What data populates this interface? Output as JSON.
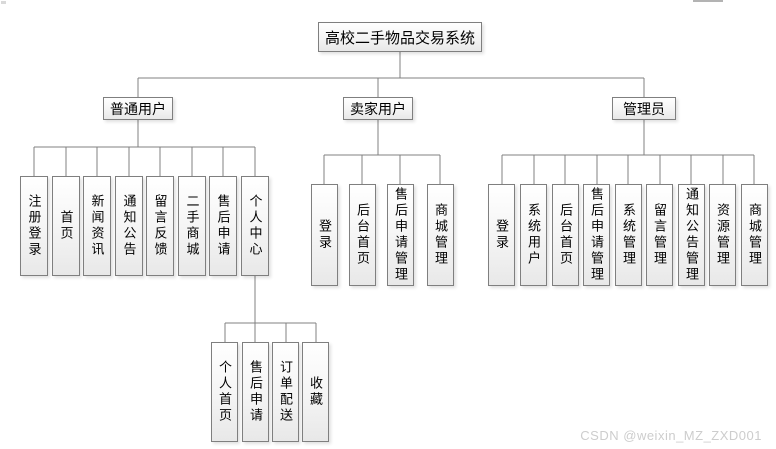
{
  "diagram": {
    "root": "高校二手物品交易系统",
    "branches": [
      {
        "label": "普通用户",
        "children": [
          "注册登录",
          "首页",
          "新闻资讯",
          "通知公告",
          "留言反馈",
          "二手商城",
          "售后申请",
          "个人中心"
        ]
      },
      {
        "label": "卖家用户",
        "children": [
          "登录",
          "后台首页",
          "售后申请管理",
          "商城管理"
        ]
      },
      {
        "label": "管理员",
        "children": [
          "登录",
          "系统用户",
          "后台首页",
          "售后申请管理",
          "系统管理",
          "留言管理",
          "通知公告管理",
          "资源管理",
          "商城管理"
        ]
      }
    ],
    "personal_center_children": [
      "个人首页",
      "售后申请",
      "订单配送",
      "收藏"
    ]
  },
  "watermark": "CSDN @weixin_MZ_ZXD001",
  "colors": {
    "line": "#808080",
    "box_border": "#7f7f7f",
    "box_fill_top": "#ffffff",
    "box_fill_bottom": "#e8e8e8",
    "watermark_text": "#cdcdcd"
  }
}
